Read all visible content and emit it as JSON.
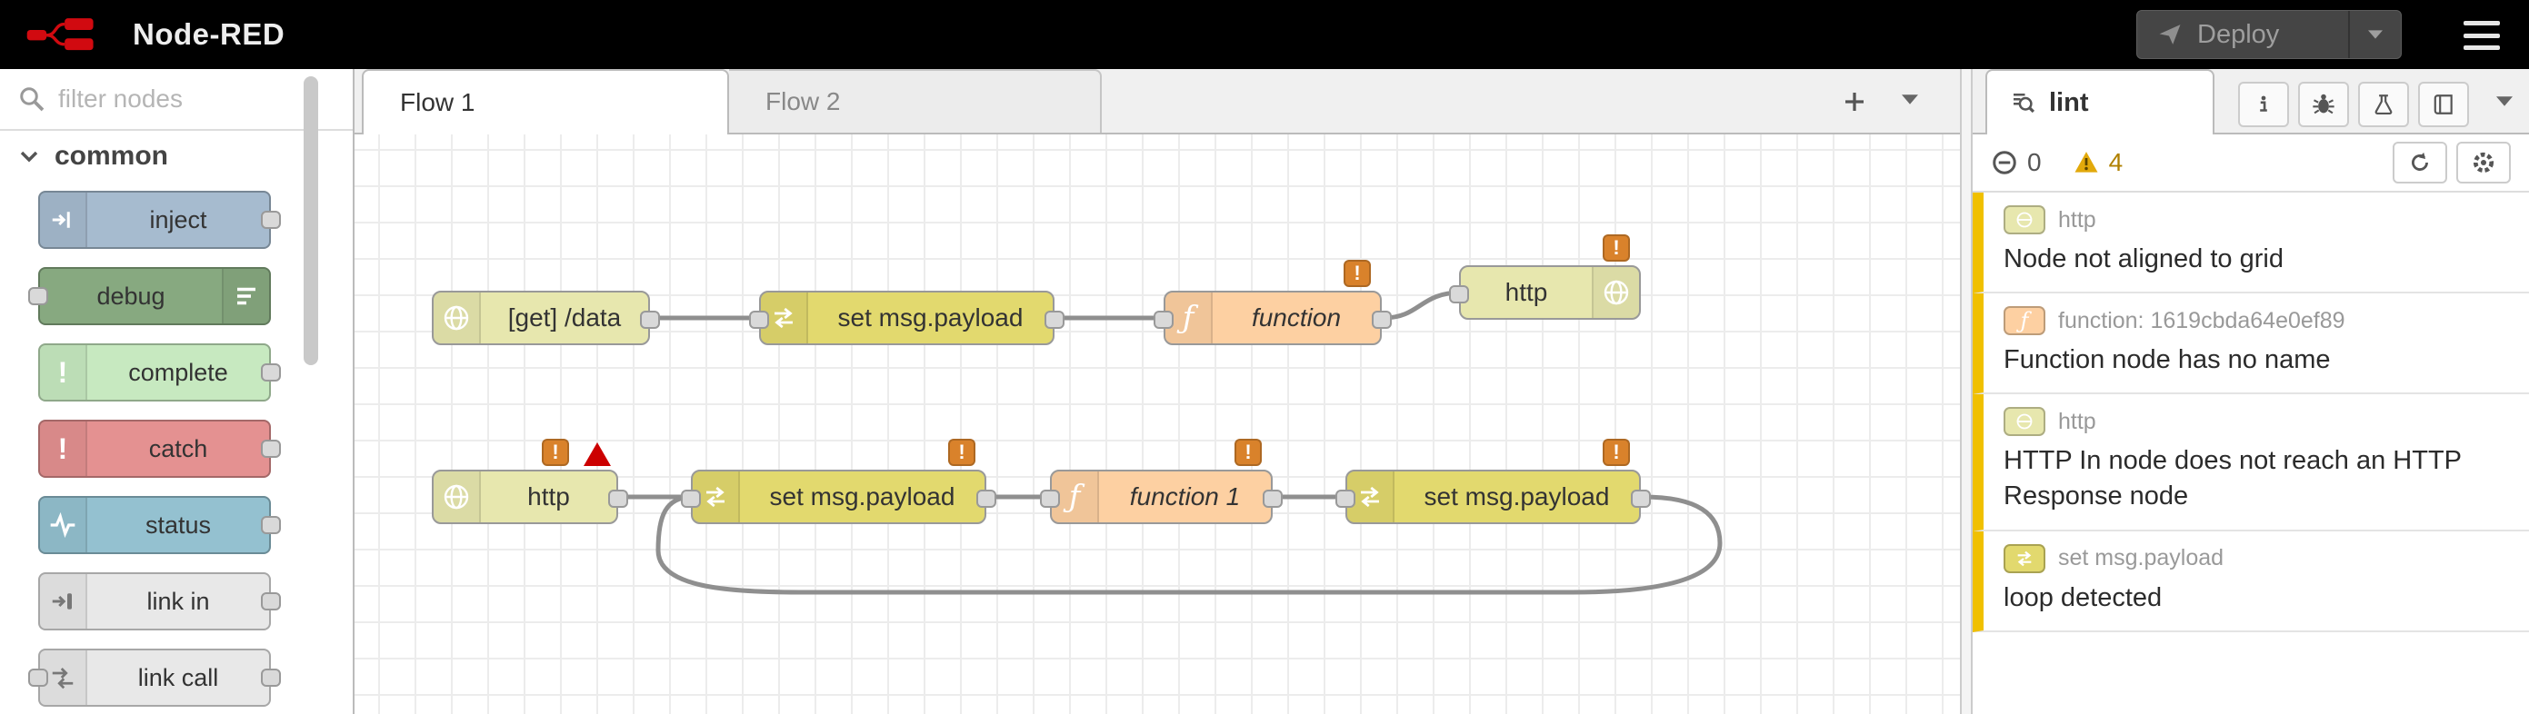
{
  "header": {
    "title": "Node-RED",
    "deploy": {
      "label": "Deploy"
    }
  },
  "palette": {
    "search": {
      "placeholder": "filter nodes"
    },
    "category": {
      "label": "common"
    },
    "items": [
      {
        "label": "inject",
        "color": "#a6bbcf"
      },
      {
        "label": "debug",
        "color": "#87a980"
      },
      {
        "label": "complete",
        "color": "#c7e9c0"
      },
      {
        "label": "catch",
        "color": "#e49191"
      },
      {
        "label": "status",
        "color": "#94c1d0"
      },
      {
        "label": "link in",
        "color": "#e8e8e8"
      },
      {
        "label": "link call",
        "color": "#e8e8e8"
      }
    ]
  },
  "workspace": {
    "tabs": [
      {
        "label": "Flow 1",
        "active": true
      },
      {
        "label": "Flow 2",
        "active": false
      }
    ],
    "nodes": [
      {
        "label": "[get] /data",
        "type": "http in"
      },
      {
        "label": "set msg.payload",
        "type": "change"
      },
      {
        "label": "function",
        "type": "function",
        "warning": true
      },
      {
        "label": "http",
        "type": "http response",
        "warning": true
      },
      {
        "label": "http",
        "type": "http in",
        "warning": true,
        "error": true
      },
      {
        "label": "set msg.payload",
        "type": "change",
        "warning": true
      },
      {
        "label": "function 1",
        "type": "function",
        "warning": true
      },
      {
        "label": "set msg.payload",
        "type": "change",
        "warning": true
      }
    ]
  },
  "sidebar": {
    "tab_label": "lint",
    "error_count": "0",
    "warning_count": "4",
    "issues": [
      {
        "node_label": "http",
        "node_type": "http in",
        "message": "Node not aligned to grid"
      },
      {
        "node_label": "function: 1619cbda64e0ef89",
        "node_type": "function",
        "message": "Function node has no name"
      },
      {
        "node_label": "http",
        "node_type": "http in",
        "message": "HTTP In node does not reach an HTTP Response node"
      },
      {
        "node_label": "set msg.payload",
        "node_type": "change",
        "message": "loop detected"
      }
    ]
  },
  "icons": {
    "exclamation": "!",
    "function_glyph": "ƒ"
  },
  "colors": {
    "node_http": "#e7e7ae",
    "node_change": "#e2d96e",
    "node_function": "#fdd0a2",
    "node_border": "#999999",
    "wire": "#8f8f8f",
    "warning_badge": "#d9822b",
    "warning_strip": "#f0c000",
    "warning_count": "#b08000",
    "brand_red": "#d10a10"
  }
}
